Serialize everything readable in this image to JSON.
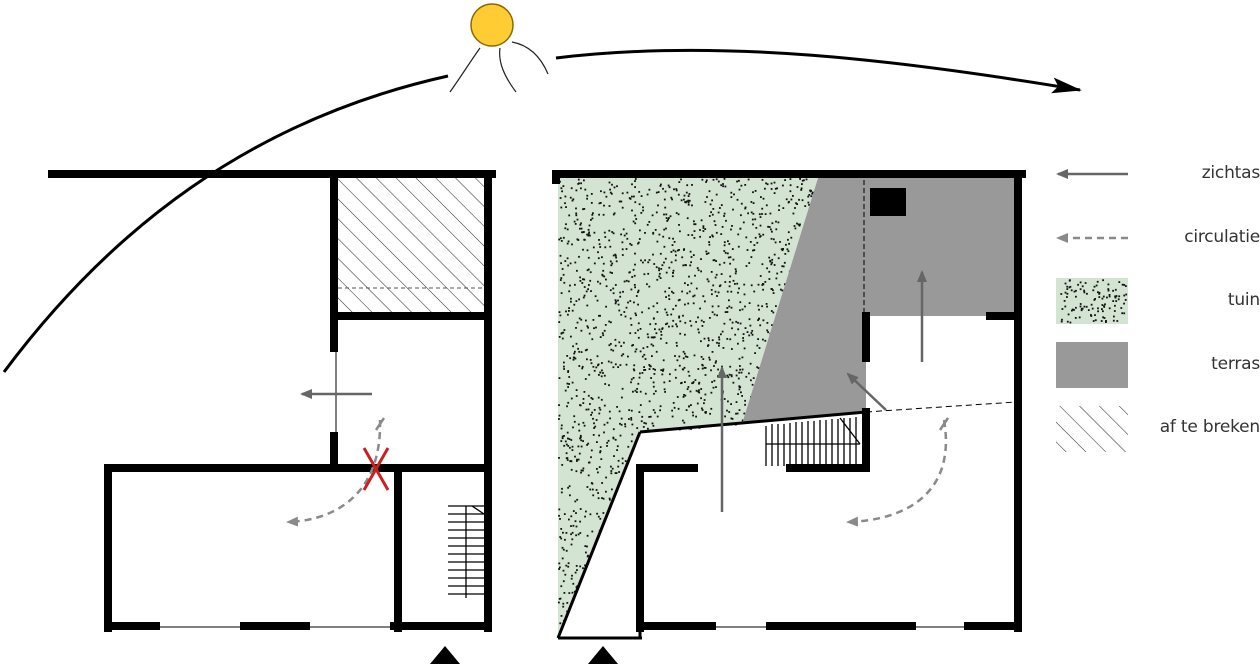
{
  "legend": {
    "items": [
      {
        "key": "zichtas",
        "label": "zichtas",
        "icon": "solid-arrow-icon"
      },
      {
        "key": "circulatie",
        "label": "circulatie",
        "icon": "dashed-arrow-icon"
      },
      {
        "key": "tuin",
        "label": "tuin",
        "icon": "dotted-swatch-icon"
      },
      {
        "key": "terras",
        "label": "terras",
        "icon": "grey-swatch-icon"
      },
      {
        "key": "af-te-breken",
        "label": "af te breken",
        "icon": "hatched-swatch-icon"
      }
    ]
  },
  "colors": {
    "wall": "#000000",
    "tuin": "#d3e4d2",
    "tuin_dots": "#111111",
    "terras": "#999999",
    "arrow": "#666666",
    "circulation": "#8a8a8a",
    "sun_fill": "#ffcc33",
    "sun_stroke": "#8a6a00",
    "demolish_mark": "#cc1f1f"
  }
}
